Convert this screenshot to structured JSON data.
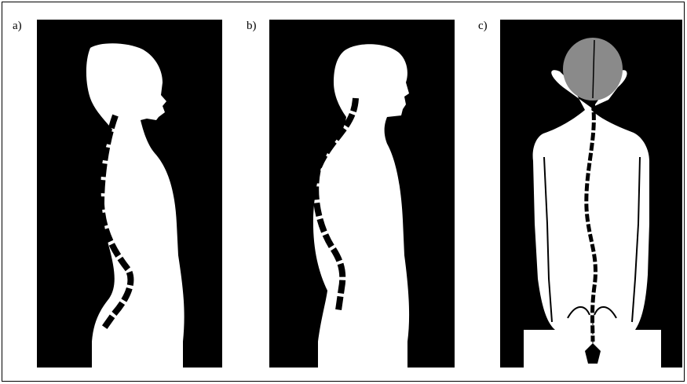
{
  "figure": {
    "panels": [
      {
        "label": "a)"
      },
      {
        "label": "b)"
      },
      {
        "label": "c)"
      }
    ]
  },
  "colors": {
    "background": "#000000",
    "silhouette": "#ffffff",
    "spine": "#000000",
    "head_shading": "#8a8a8a"
  }
}
